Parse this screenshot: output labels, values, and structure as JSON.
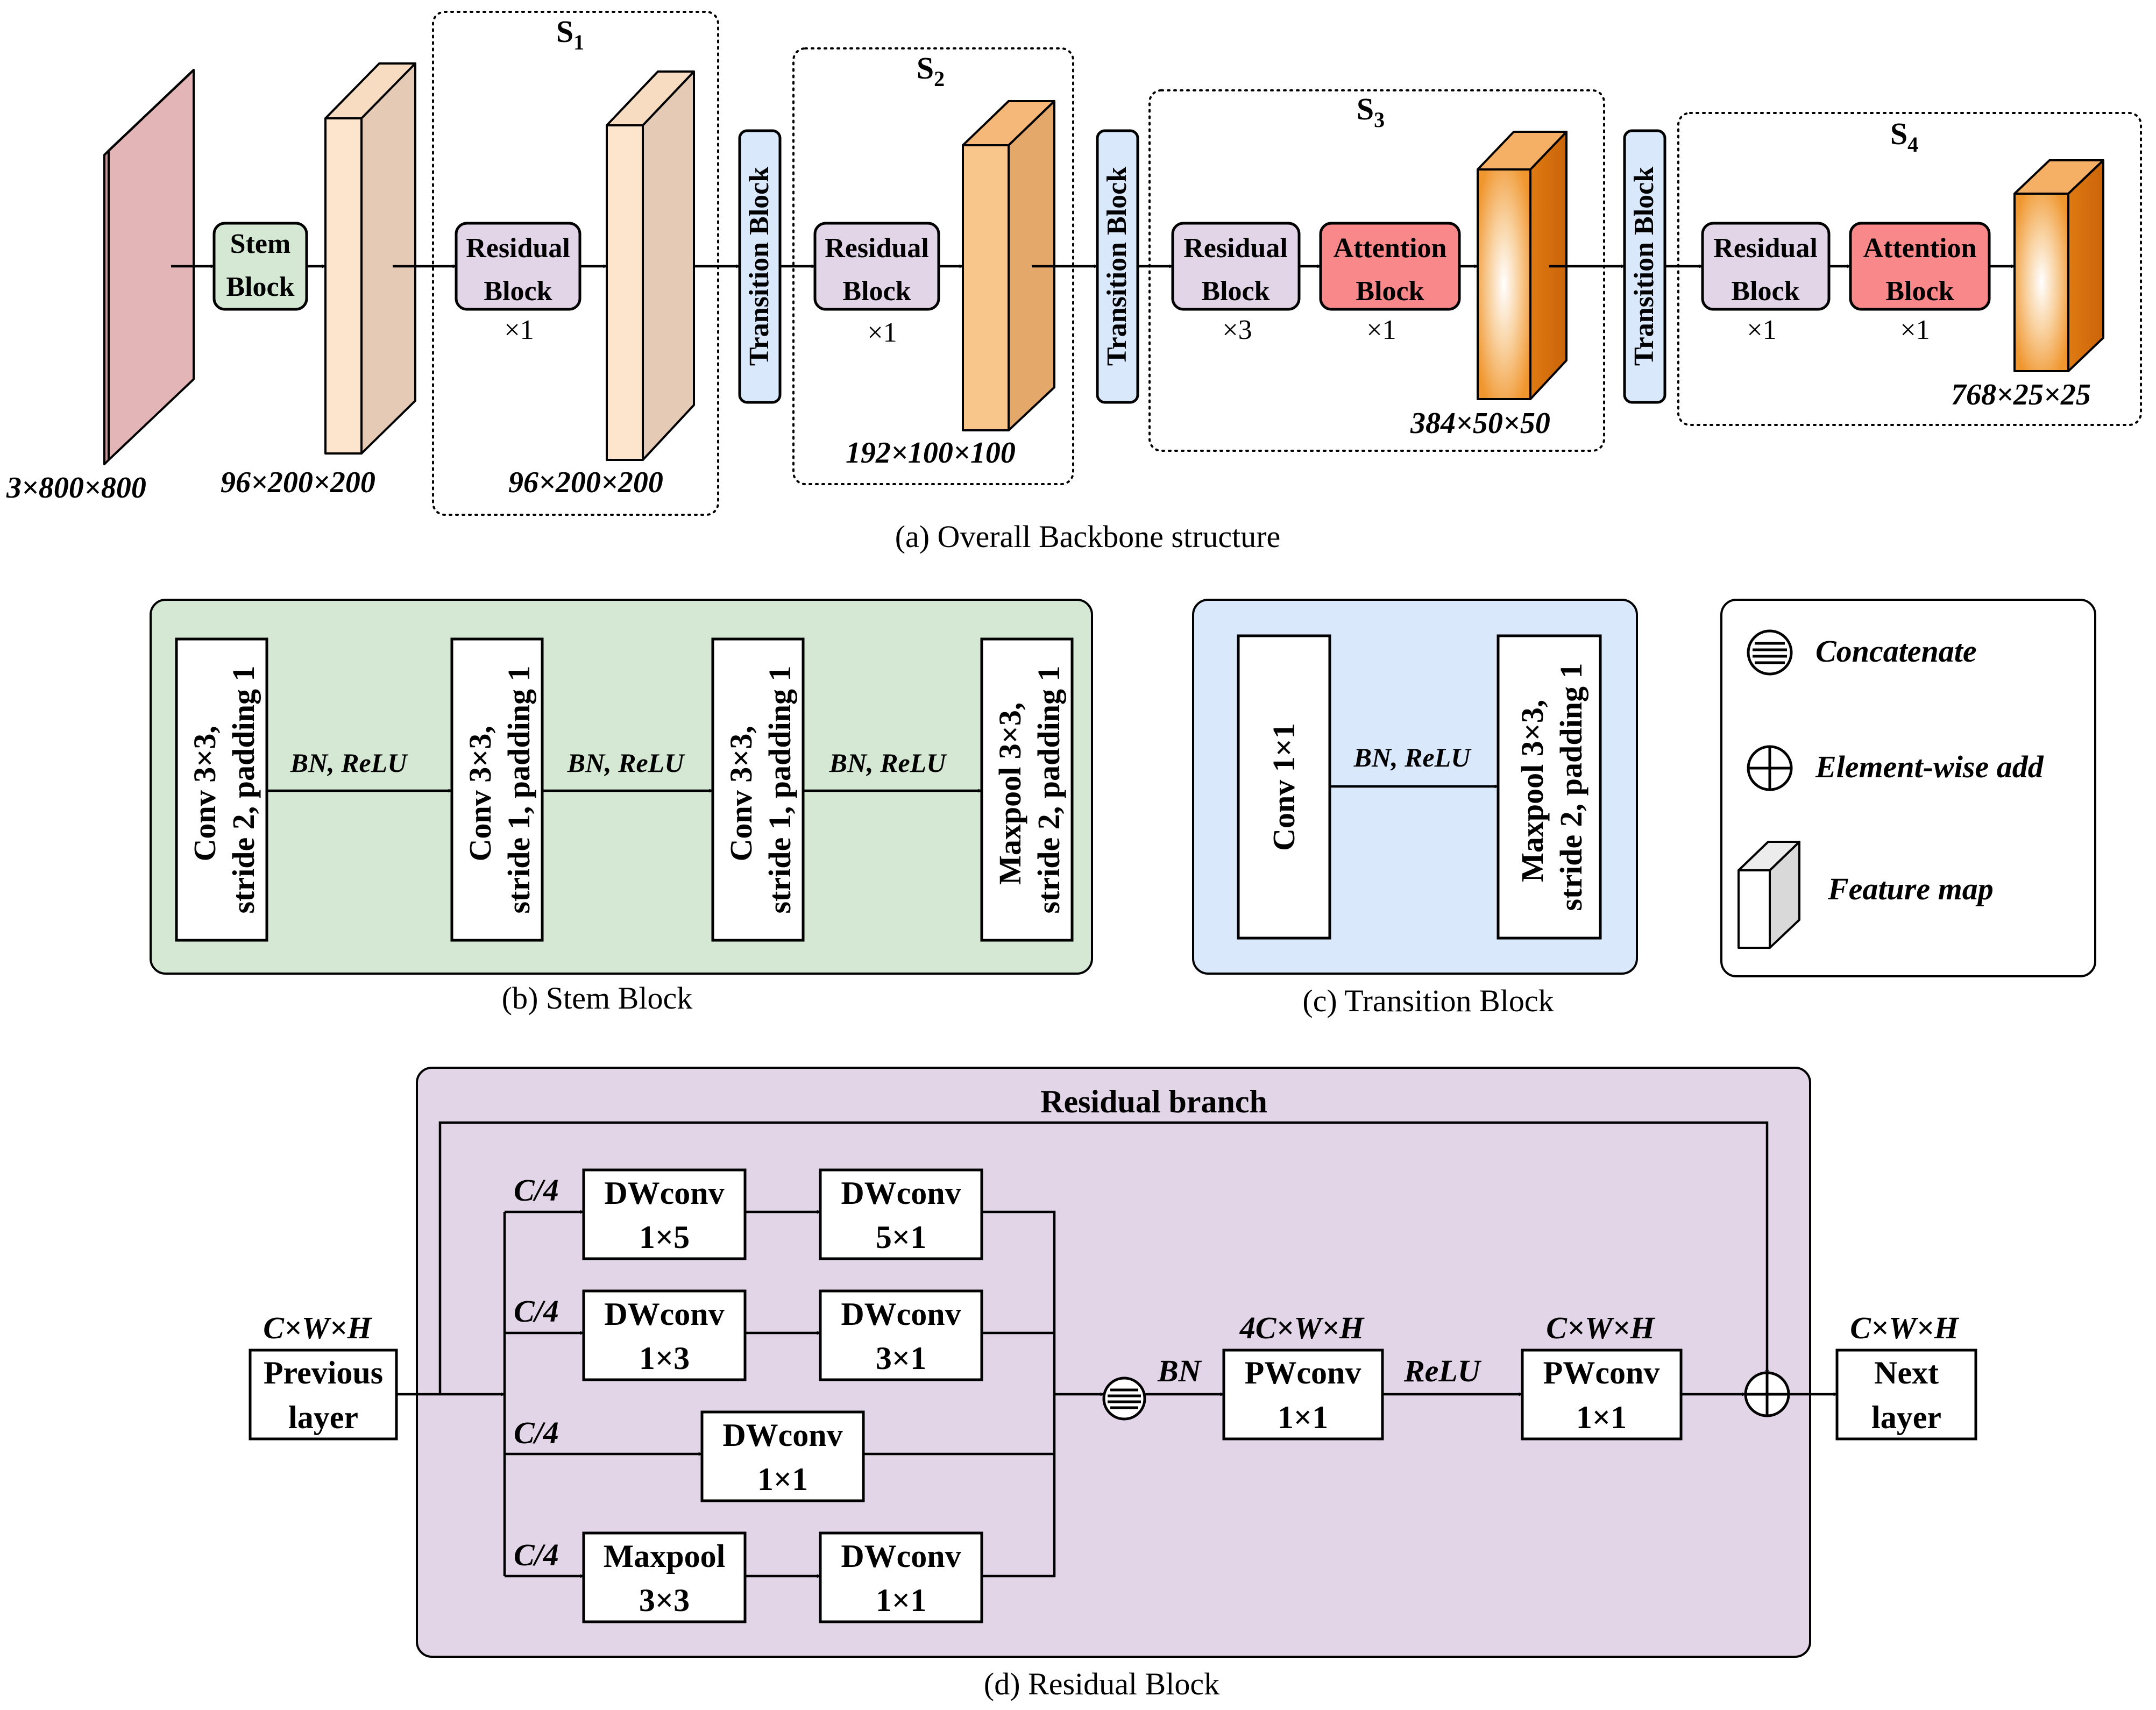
{
  "panel_a": {
    "caption": "(a) Overall Backbone structure",
    "stages": [
      {
        "label": "S",
        "sub": "1"
      },
      {
        "label": "S",
        "sub": "2"
      },
      {
        "label": "S",
        "sub": "3"
      },
      {
        "label": "S",
        "sub": "4"
      }
    ],
    "stem_l1": "Stem",
    "stem_l2": "Block",
    "residual_l1": "Residual",
    "residual_l2": "Block",
    "attention_l1": "Attention",
    "attention_l2": "Block",
    "transition": "Transition Block",
    "reps": {
      "s1": "×1",
      "s2": "×1",
      "s3_res": "×3",
      "s3_att": "×1",
      "s4_res": "×1",
      "s4_att": "×1"
    },
    "dims": [
      "3×800×800",
      "96×200×200",
      "96×200×200",
      "192×100×100",
      "384×50×50",
      "768×25×25"
    ]
  },
  "panel_b": {
    "caption": "(b) Stem Block",
    "layers": [
      {
        "l1": "Conv 3×3,",
        "l2": "stride 2, padding 1"
      },
      {
        "l1": "Conv 3×3,",
        "l2": "stride 1, padding 1"
      },
      {
        "l1": "Conv 3×3,",
        "l2": "stride 1, padding 1"
      },
      {
        "l1": "Maxpool 3×3,",
        "l2": "stride 2, padding 1"
      }
    ],
    "arrow_label": "BN, ReLU"
  },
  "panel_c": {
    "caption": "(c) Transition Block",
    "conv": "Conv 1×1",
    "pool_l1": "Maxpool 3×3,",
    "pool_l2": "stride 2, padding 1",
    "arrow_label": "BN, ReLU"
  },
  "legend": {
    "concat": "Concatenate",
    "add": "Element-wise add",
    "feature": "Feature map"
  },
  "panel_d": {
    "caption": "(d) Residual Block",
    "residual_branch": "Residual branch",
    "input_dim": "C×W×H",
    "prev_l1": "Previous",
    "prev_l2": "layer",
    "split": "C/4",
    "dw": "DWconv",
    "maxpool": "Maxpool",
    "k_1x5": "1×5",
    "k_5x1": "5×1",
    "k_1x3": "1×3",
    "k_3x1": "3×1",
    "k_1x1": "1×1",
    "k_3x3": "3×3",
    "bn": "BN",
    "relu": "ReLU",
    "pw": "PWconv",
    "pw1_dim": "4C×W×H",
    "pw2_dim": "C×W×H",
    "out_dim": "C×W×H",
    "next_l1": "Next",
    "next_l2": "layer"
  },
  "colors": {
    "input_map": "#e3b5b7",
    "light_map": "#fde4cc",
    "mid_map": "#f8c58a",
    "deep_map": "#f1a044",
    "stem_fill": "#d5e8d4",
    "residual_fill": "#e1d5e7",
    "attention_fill": "#f8888a",
    "transition_fill": "#dae8fc",
    "panel_b_bg": "#d5e8d4",
    "panel_c_bg": "#dae8fc",
    "panel_d_bg": "#e1d5e7"
  },
  "icons": [
    "arrow-right-icon",
    "concatenate-icon",
    "element-wise-add-icon",
    "feature-map-icon"
  ]
}
